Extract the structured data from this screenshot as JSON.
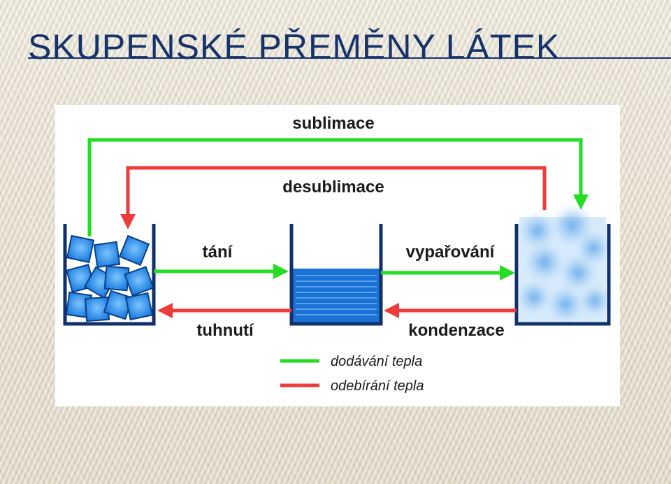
{
  "title": "SKUPENSKÉ PŘEMĚNY LÁTEK",
  "colors": {
    "heat_added": "#22dd22",
    "heat_removed": "#ee3b3b",
    "water": "#1a72d6",
    "ice": "#2c8ee8",
    "title": "#16326a"
  },
  "diagram": {
    "transitions": {
      "sublimation": "sublimace",
      "desublimation": "desublimace",
      "melting": "tání",
      "evaporation": "vypařování",
      "solidification": "tuhnutí",
      "condensation": "kondenzace"
    },
    "legend": {
      "heat_added": "dodávání tepla",
      "heat_removed": "odebírání tepla"
    }
  }
}
